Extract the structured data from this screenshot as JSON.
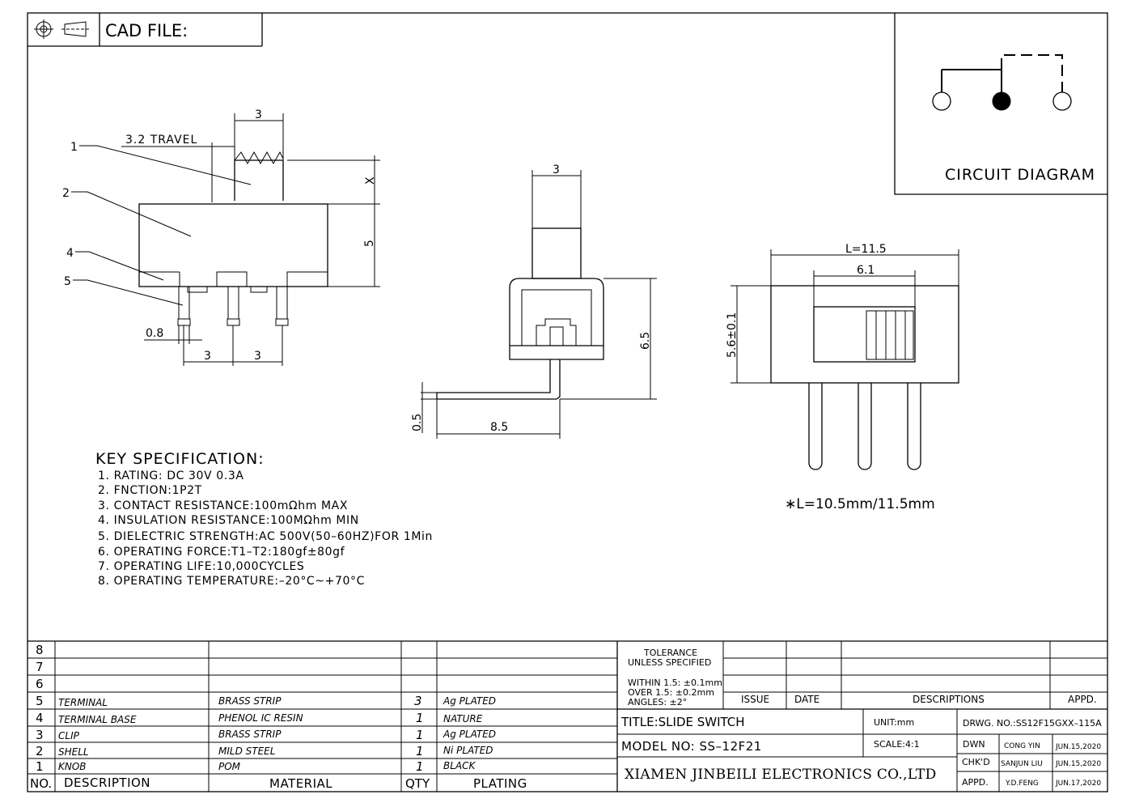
{
  "title_block": {
    "cad_label": "CAD FILE:",
    "circuit_title": "CIRCUIT DIAGRAM"
  },
  "side_view": {
    "labels": [
      "1",
      "2",
      "4",
      "5"
    ],
    "travel": "3.2 TRAVEL",
    "dim_top": "3",
    "dim_x": "X",
    "dim_height": "5",
    "dim_pin": "0.8",
    "dim_pitch_1": "3",
    "dim_pitch_2": "3"
  },
  "end_view": {
    "dim_top": "3",
    "dim_height": "6.5",
    "dim_thick": "0.5",
    "dim_length": "8.5"
  },
  "front_view": {
    "dim_L": "L=11.5",
    "dim_window": "6.1",
    "dim_height": "5.6±0.1",
    "note": "∗L=10.5mm/11.5mm"
  },
  "spec": {
    "heading": "KEY SPECIFICATION:",
    "items": [
      "1. RATING: DC 30V 0.3A",
      "2. FNCTION:1P2T",
      "3. CONTACT RESISTANCE:100mΩhm MAX",
      "4. INSULATION RESISTANCE:100MΩhm MIN",
      "5. DIELECTRIC STRENGTH:AC 500V(50–60HZ)FOR 1Min",
      "6. OPERATING FORCE:T1–T2:180gf±80gf",
      "7. OPERATING LIFE:10,000CYCLES",
      "8. OPERATING TEMPERATURE:–20°C~+70°C"
    ]
  },
  "bom": {
    "header": {
      "no": "NO.",
      "description": "DESCRIPTION",
      "material": "MATERIAL",
      "qty": "QTY",
      "plating": "PLATING"
    },
    "rows": [
      {
        "no": "8",
        "description": "",
        "material": "",
        "qty": "",
        "plating": ""
      },
      {
        "no": "7",
        "description": "",
        "material": "",
        "qty": "",
        "plating": ""
      },
      {
        "no": "6",
        "description": "",
        "material": "",
        "qty": "",
        "plating": ""
      },
      {
        "no": "5",
        "description": "TERMINAL",
        "material": "BRASS STRIP",
        "qty": "3",
        "plating": "Ag PLATED"
      },
      {
        "no": "4",
        "description": "TERMINAL BASE",
        "material": "PHENOL IC RESIN",
        "qty": "1",
        "plating": "NATURE"
      },
      {
        "no": "3",
        "description": "CLIP",
        "material": "BRASS STRIP",
        "qty": "1",
        "plating": "Ag PLATED"
      },
      {
        "no": "2",
        "description": "SHELL",
        "material": "MILD STEEL",
        "qty": "1",
        "plating": "Ni PLATED"
      },
      {
        "no": "1",
        "description": "KNOB",
        "material": "POM",
        "qty": "1",
        "plating": "BLACK"
      }
    ]
  },
  "tolerance": {
    "line1": "TOLERANCE",
    "line2": "UNLESS SPECIFIED",
    "line3": "WITHIN 1.5: ±0.1mm",
    "line4": "OVER 1.5:  ±0.2mm",
    "line5": "ANGLES: ±2°"
  },
  "revision_header": {
    "issue": "ISSUE",
    "date": "DATE",
    "descriptions": "DESCRIPTIONS",
    "appd": "APPD."
  },
  "drawing_info": {
    "title": "TITLE:SLIDE SWITCH",
    "model": "MODEL NO: SS–12F21",
    "company": "XIAMEN JINBEILI ELECTRONICS CO.,LTD",
    "unit": "UNIT:mm",
    "scale": "SCALE:4:1",
    "drwg_no": "DRWG. NO.:SS12F15GXX–115A"
  },
  "signoffs": [
    {
      "role": "DWN",
      "name": "CONG YIN",
      "date": "JUN.15,2020"
    },
    {
      "role": "CHK'D",
      "name": "SANJUN LIU",
      "date": "JUN.15,2020"
    },
    {
      "role": "APPD.",
      "name": "Y.D.FENG",
      "date": "JUN.17,2020"
    }
  ]
}
